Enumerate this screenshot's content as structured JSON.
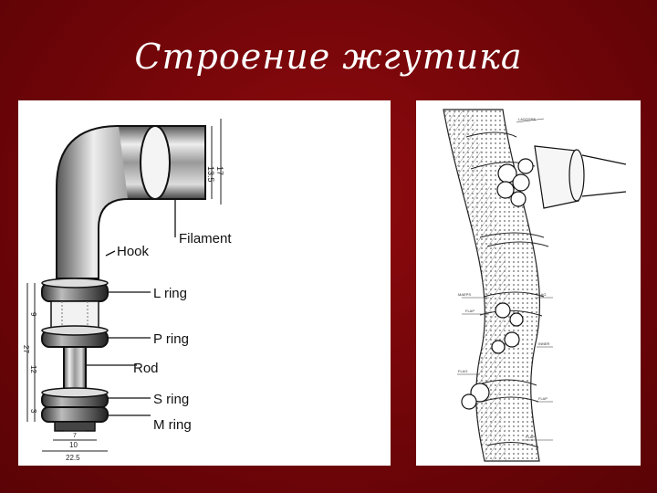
{
  "slide": {
    "title": "Строение жгутика"
  },
  "left_diagram": {
    "labels": {
      "filament": "Filament",
      "hook": "Hook",
      "l_ring": "L ring",
      "p_ring": "P ring",
      "rod": "Rod",
      "s_ring": "S ring",
      "m_ring": "M ring"
    },
    "dimensions": {
      "filament_inner": "13.5",
      "filament_outer": "17",
      "upper_height": "9",
      "total_height": "27",
      "mid_height": "12",
      "lower_height": "3",
      "rod_width": "7",
      "ring_width": "10",
      "base_width": "22.5"
    }
  },
  "right_diagram": {
    "labels": [
      "LAGOSSE",
      "MAEPS",
      "FLAG",
      "FLAP",
      "INNER",
      "FLAG",
      "FLAP",
      "FLAP"
    ]
  },
  "colors": {
    "background": "#7a060a",
    "title": "#ffffff",
    "panel": "#ffffff"
  }
}
